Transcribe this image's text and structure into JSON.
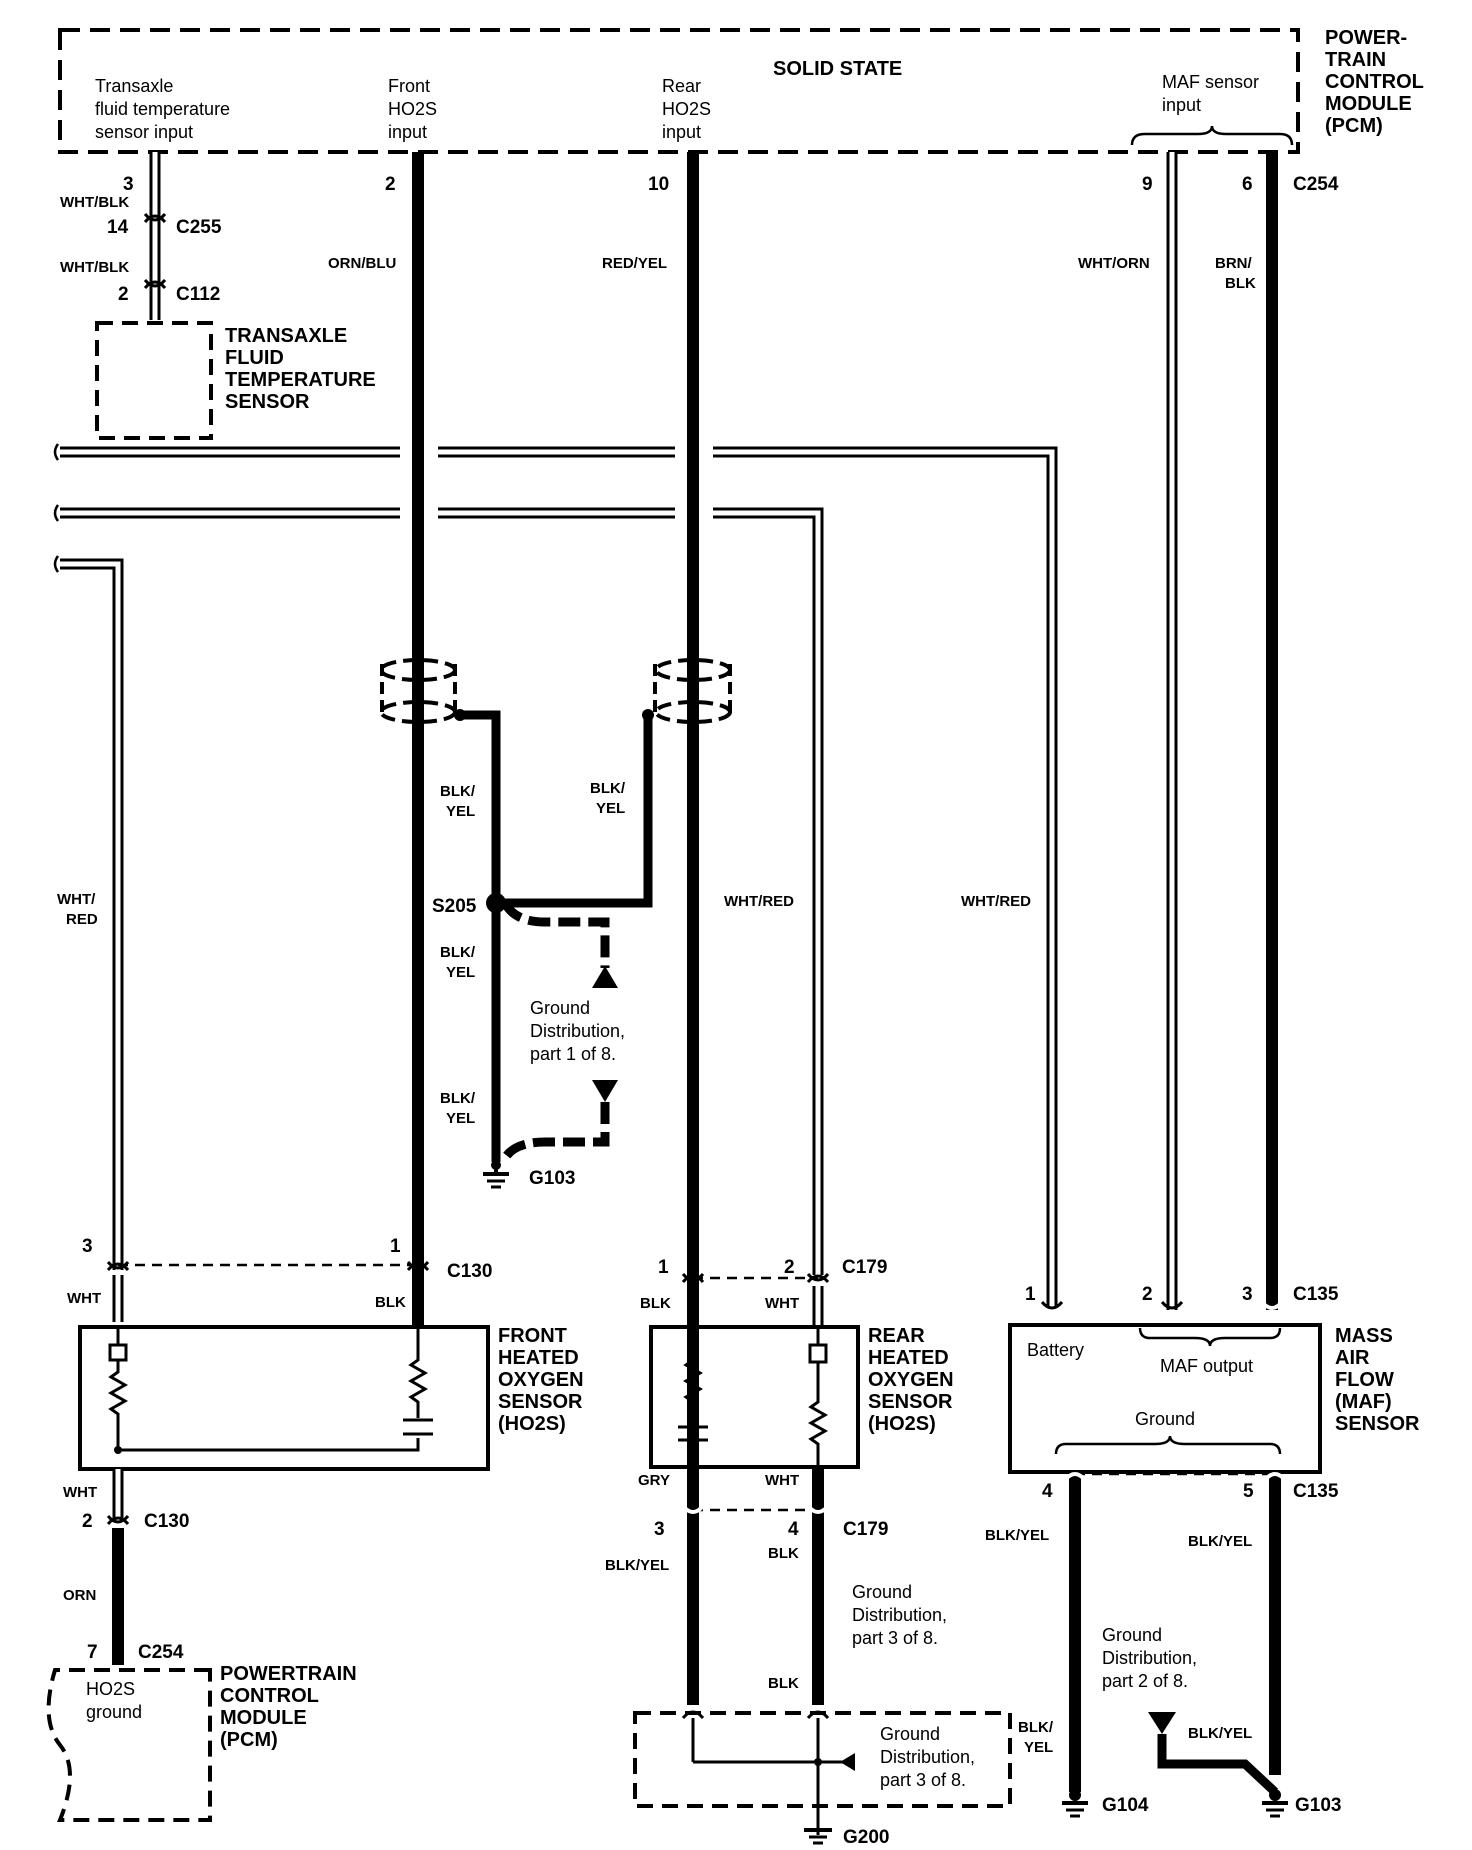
{
  "pcm_top": {
    "solid_state": "SOLID STATE",
    "name_lines": [
      "POWER-",
      "TRAIN",
      "CONTROL",
      "MODULE",
      "(PCM)"
    ],
    "inputs": {
      "tfts": [
        "Transaxle",
        "fluid  temperature",
        "sensor input"
      ],
      "front": [
        "Front",
        "HO2S",
        "input"
      ],
      "rear": [
        "Rear",
        "HO2S",
        "input"
      ],
      "maf": [
        "MAF sensor",
        "input"
      ]
    },
    "pins": [
      "3",
      "2",
      "10",
      "9",
      "6"
    ],
    "connector": "C254"
  },
  "tfts": {
    "wire1": "WHT/BLK",
    "wire2": "WHT/BLK",
    "pin_c255": "14",
    "c255": "C255",
    "pin_c112": "2",
    "c112": "C112",
    "name_lines": [
      "TRANSAXLE",
      "FLUID",
      "TEMPERATURE",
      "SENSOR"
    ]
  },
  "wires": {
    "front_signal": "ORN/BLU",
    "rear_signal": "RED/YEL",
    "maf_signal": "WHT/ORN",
    "maf_ground": [
      "BRN/",
      "BLK"
    ],
    "heater_left": [
      "WHT/",
      "RED"
    ],
    "heater_mid": "WHT/RED",
    "heater_right": "WHT/RED",
    "blk_yel": [
      "BLK/",
      "YEL"
    ]
  },
  "splice": {
    "name": "S205",
    "ground_dist_lines": [
      "Ground",
      "Distribution,",
      "part 1 of 8."
    ],
    "ground": "G103"
  },
  "front_sensor": {
    "c130_top": "C130",
    "pin_heater": "3",
    "pin_signal": "1",
    "wire_wht": "WHT",
    "wire_blk": "BLK",
    "name_lines": [
      "FRONT",
      "HEATED",
      "OXYGEN",
      "SENSOR",
      "(HO2S)"
    ],
    "bottom_wire": "WHT",
    "pin_bottom": "2",
    "c130_bottom": "C130",
    "orn": "ORN",
    "pcm_pin": "7",
    "pcm_connector": "C254",
    "pcm_lines": [
      "HO2S",
      "ground"
    ],
    "pcm_name_lines": [
      "POWERTRAIN",
      "CONTROL",
      "MODULE",
      "(PCM)"
    ]
  },
  "rear_sensor": {
    "pin_top1": "1",
    "pin_top2": "2",
    "c179_top": "C179",
    "wire_blk": "BLK",
    "wire_wht": "WHT",
    "name_lines": [
      "REAR",
      "HEATED",
      "OXYGEN",
      "SENSOR",
      "(HO2S)"
    ],
    "bot_gry": "GRY",
    "bot_wht": "WHT",
    "pin_bot3": "3",
    "pin_bot4": "4",
    "c179_bottom": "C179",
    "blk1": "BLK",
    "blk_yel": "BLK/YEL",
    "ground_dist_lines": [
      "Ground",
      "Distribution,",
      "part 3 of 8."
    ],
    "blk2": "BLK",
    "box_lines": [
      "Ground",
      "Distribution,",
      "part 3 of 8."
    ],
    "ground": "G200"
  },
  "maf": {
    "pins_top": [
      "1",
      "2",
      "3"
    ],
    "c135_top": "C135",
    "battery": "Battery",
    "output": "MAF output",
    "ground_label": "Ground",
    "name_lines": [
      "MASS",
      "AIR",
      "FLOW",
      "(MAF)",
      "SENSOR"
    ],
    "pin4": "4",
    "pin5": "5",
    "c135_bottom": "C135",
    "wire_left": "BLK/YEL",
    "wire_right": "BLK/YEL",
    "ground_dist_lines": [
      "Ground",
      "Distribution,",
      "part 2 of 8."
    ],
    "wire_left2": [
      "BLK/",
      "YEL"
    ],
    "wire_right2": "BLK/YEL",
    "g104": "G104",
    "g103": "G103"
  }
}
